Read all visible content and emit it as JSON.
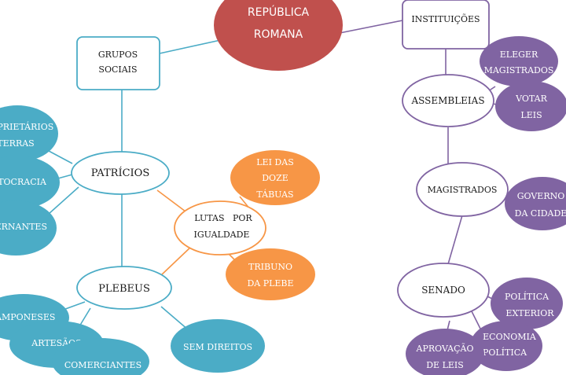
{
  "colors": {
    "root": "#c0504d",
    "teal": "#4bacc6",
    "orange": "#f79646",
    "purple": "#8064a2",
    "outline_teal": "#4bacc6",
    "outline_purple": "#8064a2",
    "text_dark": "#1a1a1a",
    "text_light": "#ffffff"
  },
  "root": {
    "line1": "REPÚBLICA",
    "line2": "ROMANA"
  },
  "left": {
    "grupos": {
      "line1": "GRUPOS",
      "line2": "SOCIAIS"
    },
    "patricios": "PATRÍCIOS",
    "plebeus": "PLEBEUS",
    "patricios_items": [
      {
        "line1": "PROPRIETÁRIOS",
        "line2": "TERRAS"
      },
      {
        "line1": "ARISTOCRACIA"
      },
      {
        "line1": "GOVERNANTES"
      }
    ],
    "plebeus_items": {
      "camponeses": "CAMPONESES",
      "artesaos": "ARTESÃOS",
      "comerciantes": "COMERCIANTES",
      "sem_direitos": "SEM DIREITOS"
    }
  },
  "middle": {
    "lutas": {
      "line1": "LUTAS   POR",
      "line2": "IGUALDADE"
    },
    "leis": {
      "line1": "LEI DAS",
      "line2": "DOZE",
      "line3": "TÁBUAS"
    },
    "tribuno": {
      "line1": "TRIBUNO",
      "line2": "DA PLEBE"
    }
  },
  "right": {
    "instituicoes": "INSTITUIÇÕES",
    "assembleias": "ASSEMBLEIAS",
    "magistrados": "MAGISTRADOS",
    "senado": "SENADO",
    "eleger": {
      "line1": "ELEGER",
      "line2": "MAGISTRADOS"
    },
    "votar": {
      "line1": "VOTAR",
      "line2": "LEIS"
    },
    "governo": {
      "line1": "GOVERNO",
      "line2": "DA CIDADE"
    },
    "politica_exterior": {
      "line1": "POLÍTICA",
      "line2": "EXTERIOR"
    },
    "economia": {
      "line1": "ECONOMIA",
      "line2": "POLÍTICA"
    },
    "aprovacao": {
      "line1": "APROVAÇÃO",
      "line2": "DE LEIS"
    }
  }
}
